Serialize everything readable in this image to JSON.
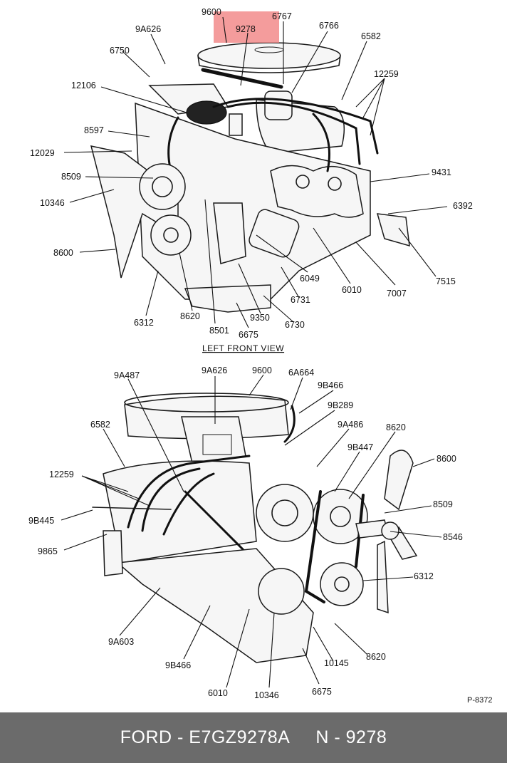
{
  "top_view": {
    "title": "LEFT FRONT VIEW",
    "highlight_color": "#f28b8b",
    "labels": [
      "9600",
      "9278",
      "6767",
      "6766",
      "9A626",
      "6582",
      "6750",
      "12259",
      "12106",
      "8597",
      "12029",
      "8509",
      "10346",
      "9431",
      "6392",
      "8600",
      "6049",
      "6010",
      "7007",
      "7515",
      "6731",
      "6312",
      "8620",
      "8501",
      "9350",
      "6730",
      "6675"
    ]
  },
  "bottom_view": {
    "labels": [
      "9A487",
      "9A626",
      "9600",
      "6A664",
      "9B466",
      "6582",
      "9B289",
      "9A486",
      "8620",
      "9B447",
      "8600",
      "12259",
      "8509",
      "9B445",
      "8546",
      "9865",
      "6312",
      "9A603",
      "8620",
      "9B466",
      "10145",
      "6010",
      "10346",
      "6675"
    ],
    "figure_ref": "P-8372"
  },
  "footer": {
    "brand_part": "FORD - E7GZ9278A",
    "part_number": "N - 9278",
    "background": "#6b6b6b"
  }
}
